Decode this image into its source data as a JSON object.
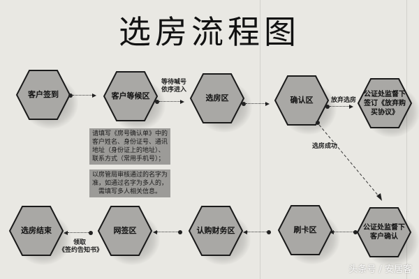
{
  "title": "选房流程图",
  "nodes": {
    "check_in": "客户签到",
    "waiting_area": "客户等候区",
    "selection_area": "选房区",
    "confirm_area": "确认区",
    "abandon_notary": "公证处监督下签订《放弃购买协议》",
    "customer_confirm_notary": "公证处监督下客户确认",
    "card_area": "刷卡区",
    "finance_area": "认购财务区",
    "online_sign_area": "网签区",
    "end": "选房结束"
  },
  "edge_labels": {
    "wait_call": "等待喊号\n依序进入",
    "abandon": "放弃选房",
    "success": "选房成功",
    "receive_notice": "领取\n《签约告知书》"
  },
  "info_boxes": {
    "box1": "请填写《房号确认单》中的客户姓名、身份证号、通讯地址（身份证上的地址）、联系方式（常用手机号）；",
    "box2": "以房管局审核通过的名字为准，如通过名字为多人的，需填写多人相关信息。"
  },
  "watermark": "头条号 / 安居客",
  "colors": {
    "background": "#e9e8e3",
    "hex_fill": "#a9a8a5",
    "hex_stroke": "#1a1a1a",
    "box_fill": "#9c9b98"
  }
}
